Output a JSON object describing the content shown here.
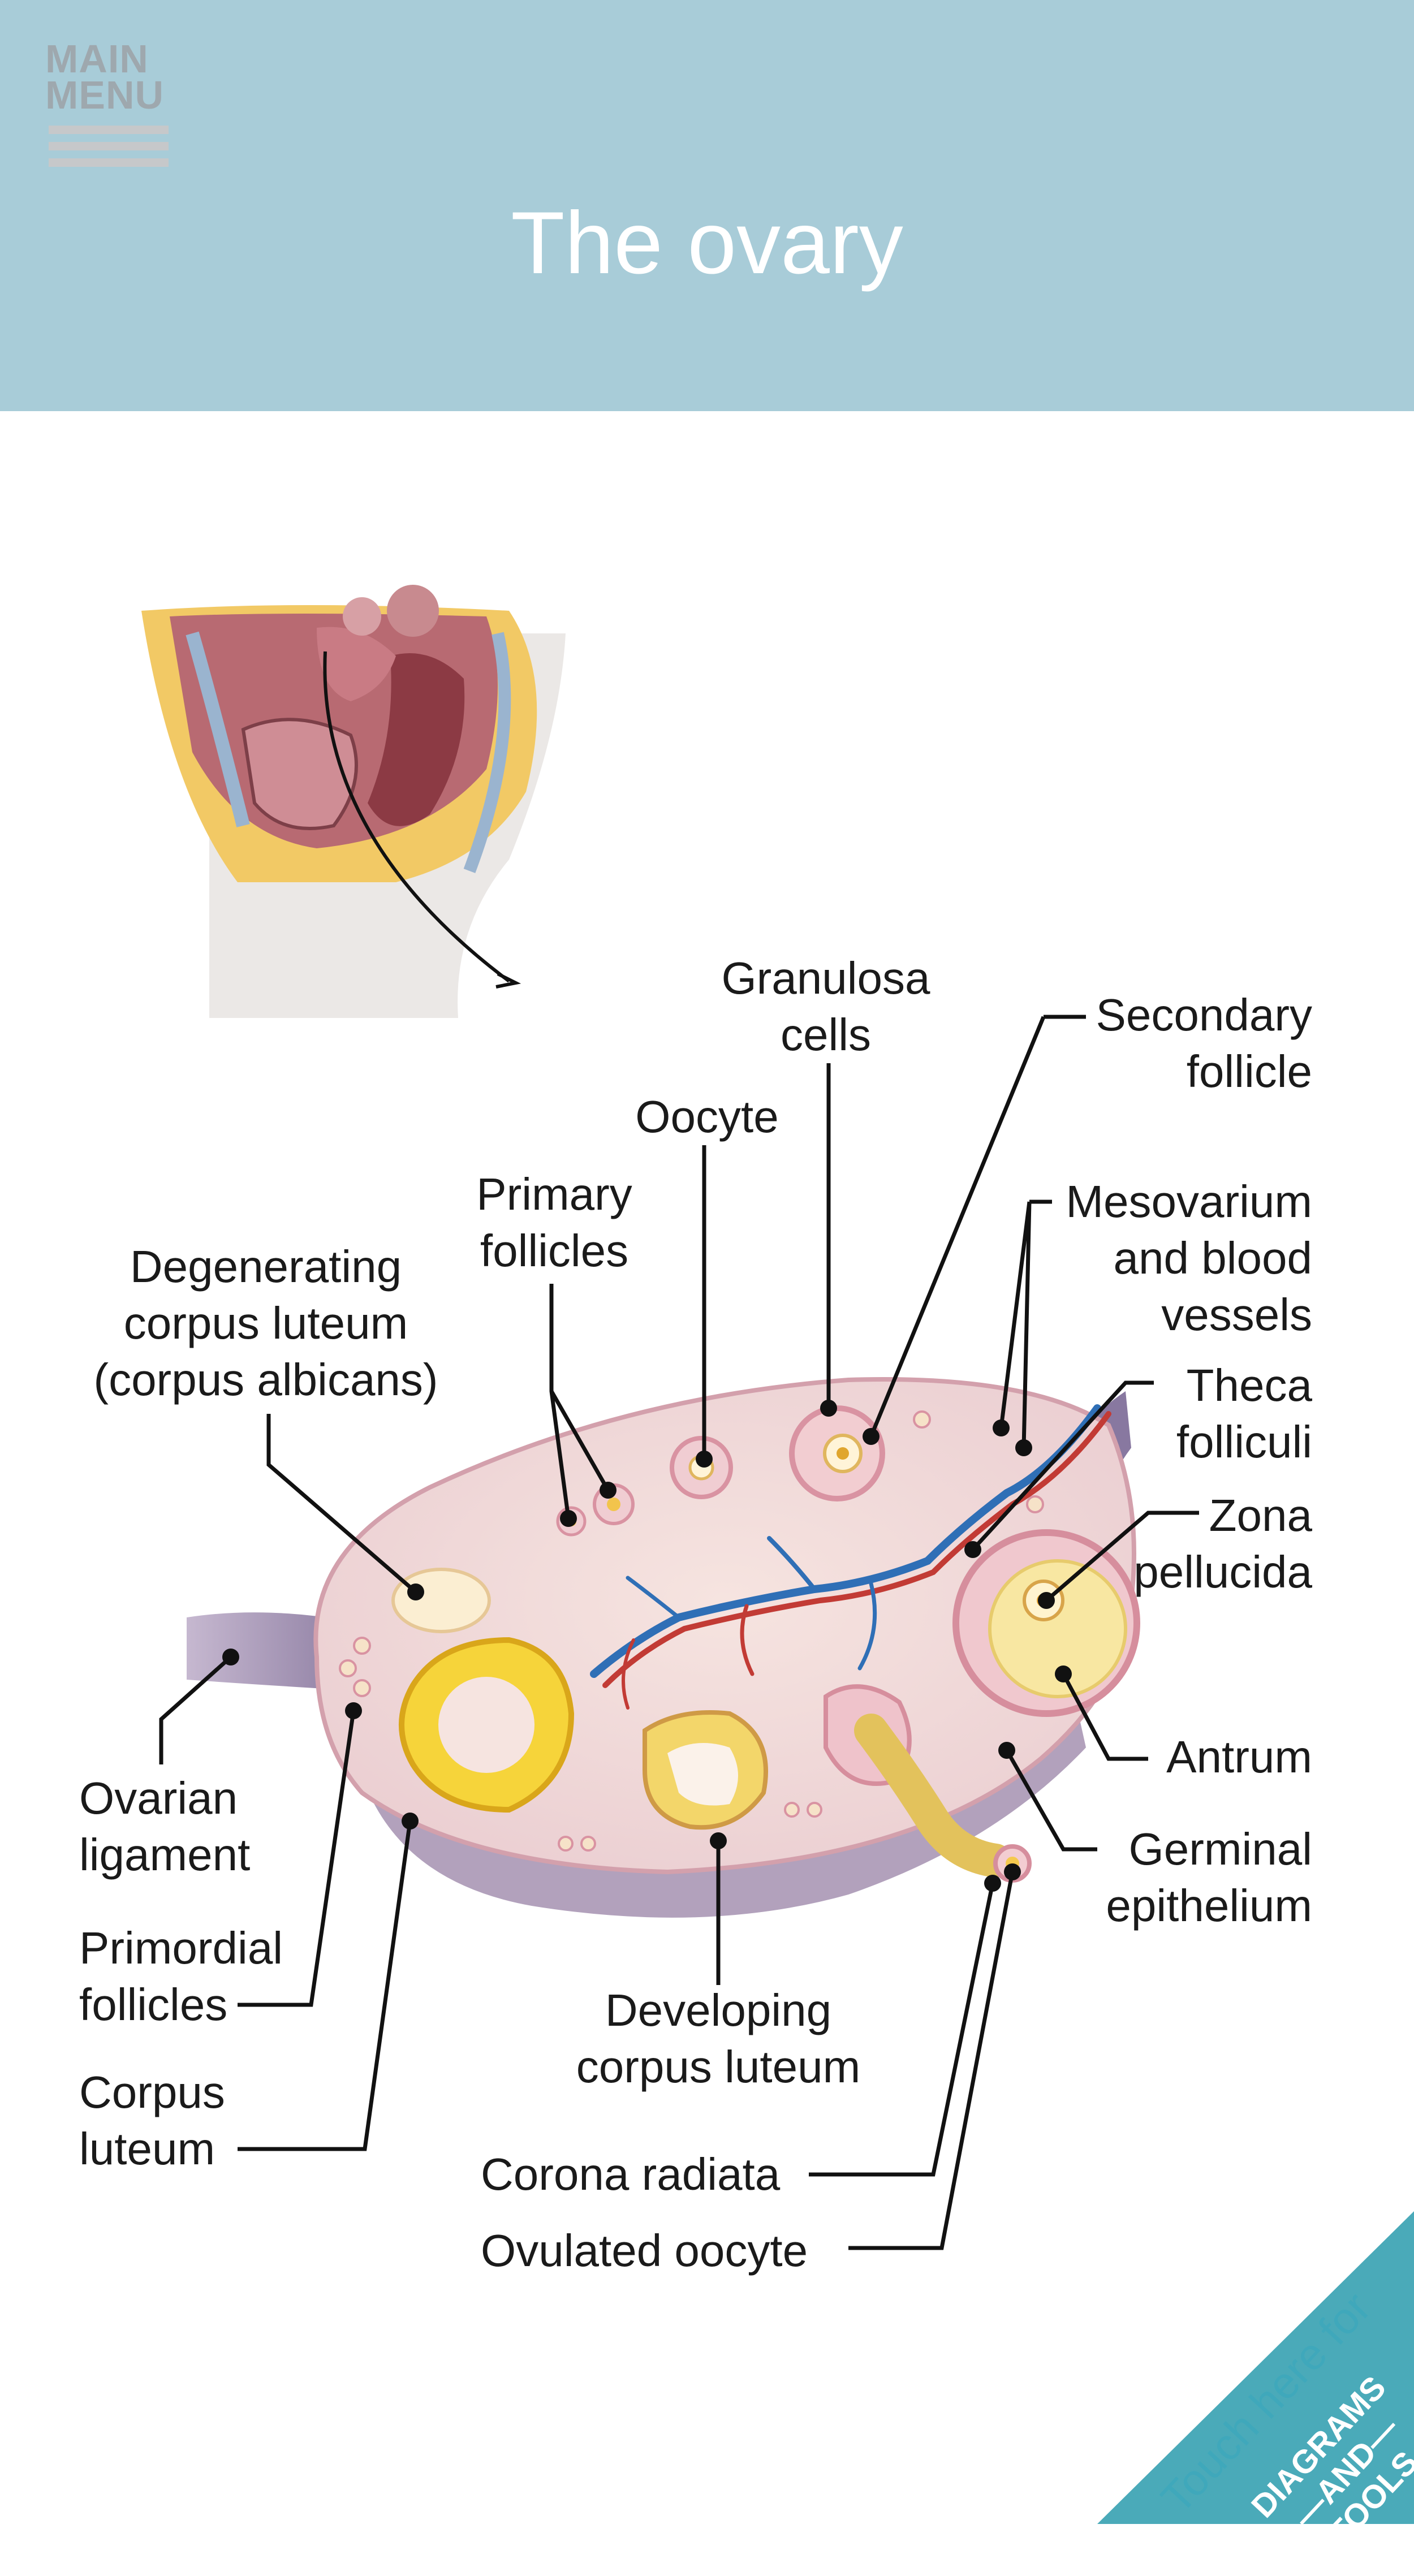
{
  "header": {
    "menu_label": "MAIN\nMENU",
    "title": "The ovary",
    "background_color": "#a8ccd8"
  },
  "labels": {
    "granulosa_cells": "Granulosa\ncells",
    "secondary_follicle": "Secondary\nfollicle",
    "oocyte": "Oocyte",
    "primary_follicles": "Primary\nfollicles",
    "mesovarium": "Mesovarium\nand blood\nvessels",
    "degenerating_corpus_luteum": "Degenerating\ncorpus luteum\n(corpus albicans)",
    "theca_folliculi": "Theca\nfolliculi",
    "zona_pellucida": "Zona\npellucida",
    "antrum": "Antrum",
    "ovarian_ligament": "Ovarian\nligament",
    "germinal_epithelium": "Germinal\nepithelium",
    "primordial_follicles": "Primordial\nfollicles",
    "developing_corpus_luteum": "Developing\ncorpus luteum",
    "corpus_luteum": "Corpus\nluteum",
    "corona_radiata": "Corona radiata",
    "ovulated_oocyte": "Ovulated oocyte"
  },
  "corner_button": {
    "line1": "Touch here for",
    "line2": "DIAGRAMS\n—AND—\nTOOLS",
    "color": "#4aaab9"
  }
}
